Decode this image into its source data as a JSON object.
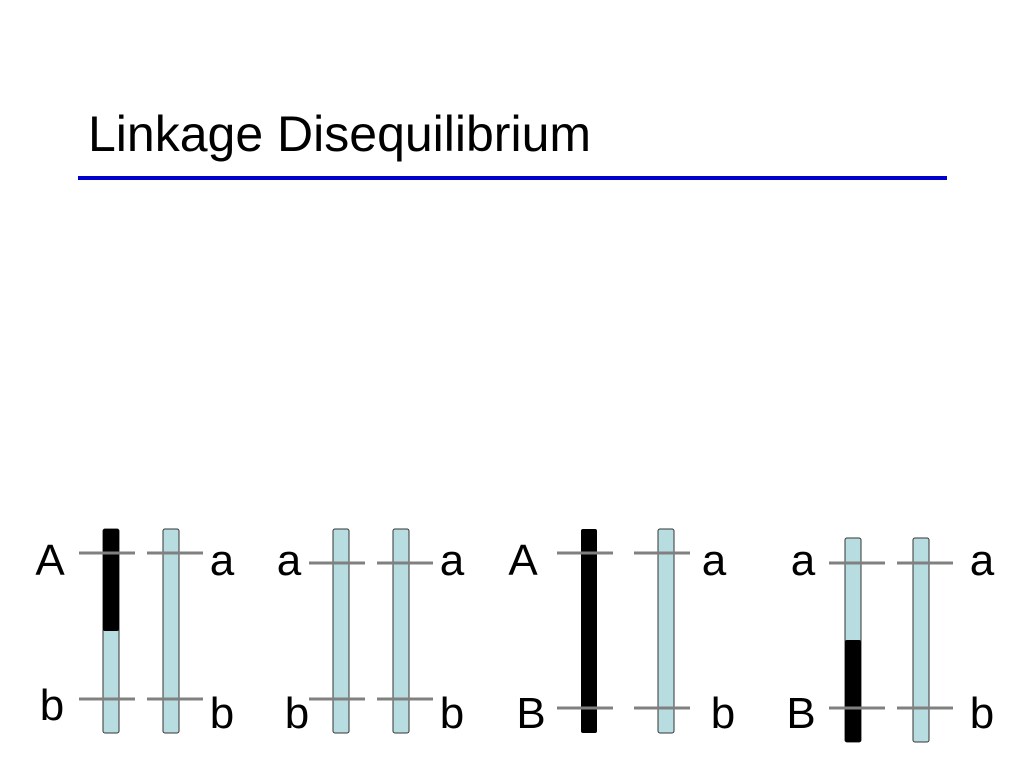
{
  "title": "Linkage Disequilibrium",
  "colors": {
    "title_rule": "#0000cc",
    "chromosome_light": "#b8dde1",
    "chromosome_dark": "#000000",
    "locus_tick": "#808080"
  },
  "pairs": [
    {
      "left": {
        "top_allele": "A",
        "bottom_allele": "b",
        "dark_segment": "top"
      },
      "right": {
        "top_allele": "a",
        "bottom_allele": "b",
        "dark_segment": "none"
      }
    },
    {
      "left": {
        "top_allele": "a",
        "bottom_allele": "b",
        "dark_segment": "none"
      },
      "right": {
        "top_allele": "a",
        "bottom_allele": "b",
        "dark_segment": "none"
      }
    },
    {
      "left": {
        "top_allele": "A",
        "bottom_allele": "B",
        "dark_segment": "full"
      },
      "right": {
        "top_allele": "a",
        "bottom_allele": "b",
        "dark_segment": "none"
      }
    },
    {
      "left": {
        "top_allele": "a",
        "bottom_allele": "B",
        "dark_segment": "bottom"
      },
      "right": {
        "top_allele": "a",
        "bottom_allele": "b",
        "dark_segment": "none"
      }
    }
  ]
}
